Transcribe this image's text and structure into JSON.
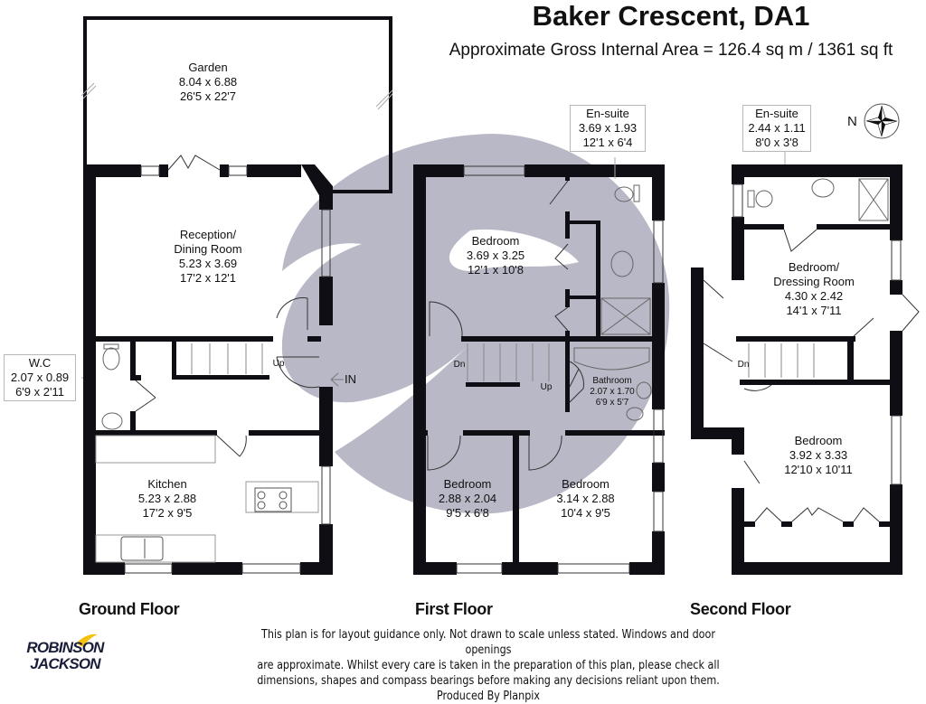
{
  "header": {
    "title": "Baker Crescent, DA1",
    "subtitle": "Approximate Gross Internal Area = 126.4 sq m / 1361 sq ft"
  },
  "colors": {
    "wall": "#0e0e14",
    "watermark": "#b9b8c6",
    "logo_text": "#1a1d3a",
    "logo_accent": "#f2c20f"
  },
  "floors": [
    {
      "name": "Ground Floor",
      "rooms": [
        {
          "name": "Garden",
          "metric": "8.04 x 6.88",
          "imperial": "26'5 x 22'7"
        },
        {
          "name_line1": "Reception/",
          "name_line2": "Dining Room",
          "metric": "5.23 x 3.69",
          "imperial": "17'2 x 12'1"
        },
        {
          "name": "W.C",
          "metric": "2.07 x 0.89",
          "imperial": "6'9 x 2'11"
        },
        {
          "name": "Kitchen",
          "metric": "5.23 x 2.88",
          "imperial": "17'2 x 9'5"
        }
      ],
      "stairs_label": "Up",
      "entrance_label": "IN"
    },
    {
      "name": "First Floor",
      "rooms": [
        {
          "name": "En-suite",
          "metric": "3.69 x 1.93",
          "imperial": "12'1 x 6'4"
        },
        {
          "name": "Bedroom",
          "metric": "3.69 x 3.25",
          "imperial": "12'1 x 10'8"
        },
        {
          "name": "Bathroom",
          "metric": "2.07 x 1.70",
          "imperial": "6'9 x 5'7"
        },
        {
          "name": "Bedroom",
          "metric": "2.88 x 2.04",
          "imperial": "9'5 x 6'8"
        },
        {
          "name": "Bedroom",
          "metric": "3.14 x 2.88",
          "imperial": "10'4 x 9'5"
        }
      ],
      "stairs_down_label": "Dn",
      "stairs_up_label": "Up"
    },
    {
      "name": "Second Floor",
      "rooms": [
        {
          "name": "En-suite",
          "metric": "2.44 x 1.11",
          "imperial": "8'0 x 3'8"
        },
        {
          "name_line1": "Bedroom/",
          "name_line2": "Dressing Room",
          "metric": "4.30 x 2.42",
          "imperial": "14'1 x 7'11"
        },
        {
          "name": "Bedroom",
          "metric": "3.92 x 3.33",
          "imperial": "12'10 x 10'11"
        }
      ],
      "stairs_down_label": "Dn"
    }
  ],
  "compass": {
    "label": "N",
    "icon": "compass-rose-icon"
  },
  "footer": {
    "disclaimer_lines": [
      "This plan is for layout guidance only. Not drawn to scale unless stated. Windows and door openings",
      "are approximate. Whilst every care is taken in the preparation of this plan, please check all",
      "dimensions, shapes and compass bearings before making any decisions reliant upon them.",
      "Produced By Planpix"
    ],
    "logo_line1": "ROBINSON",
    "logo_line2": "JACKSON"
  }
}
